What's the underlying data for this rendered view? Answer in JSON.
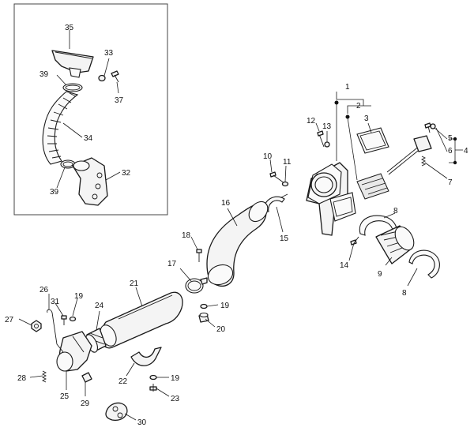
{
  "callouts": {
    "c1": "1",
    "c2": "2",
    "c3": "3",
    "c4": "4",
    "c5": "5",
    "c6": "6",
    "c7": "7",
    "c8a": "8",
    "c8b": "8",
    "c9": "9",
    "c10": "10",
    "c11": "11",
    "c12": "12",
    "c13": "13",
    "c14": "14",
    "c15": "15",
    "c16": "16",
    "c17": "17",
    "c18": "18",
    "c19a": "19",
    "c19b": "19",
    "c19c": "19",
    "c20": "20",
    "c21": "21",
    "c22": "22",
    "c23": "23",
    "c24": "24",
    "c25": "25",
    "c26": "26",
    "c27": "27",
    "c28": "28",
    "c29": "29",
    "c30": "30",
    "c31": "31",
    "c32": "32",
    "c33": "33",
    "c34": "34",
    "c35": "35",
    "c37": "37",
    "c39a": "39",
    "c39b": "39"
  }
}
